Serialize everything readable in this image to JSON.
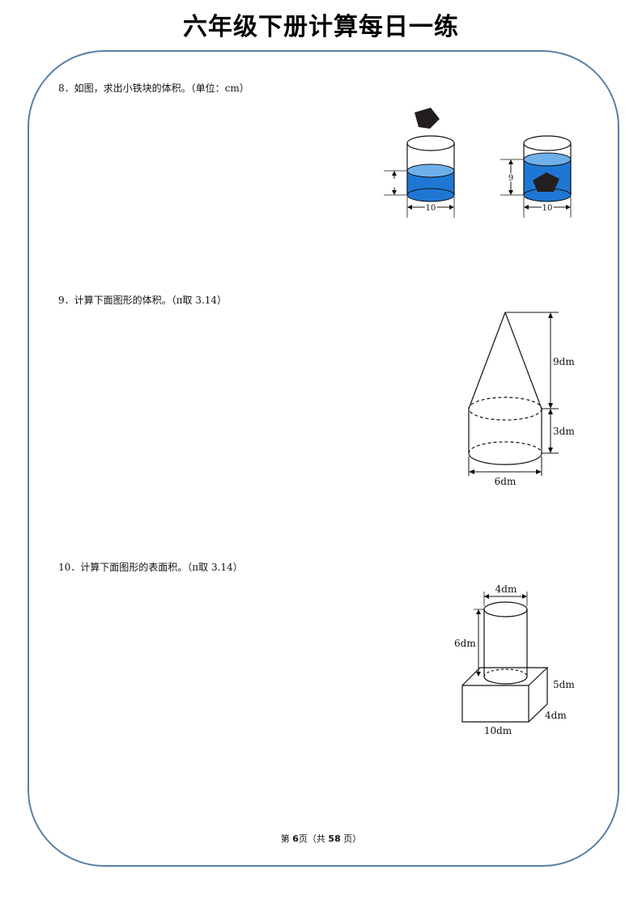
{
  "header": {
    "title": "六年级下册计算每日一练"
  },
  "questions": [
    {
      "text": "8．如图，求出小铁块的体积。（单位：cm）",
      "figure": {
        "left_height": "7",
        "right_height": "9",
        "left_diameter": "10",
        "right_diameter": "10"
      }
    },
    {
      "text": "9．计算下面图形的体积。（π取 3.14）",
      "figure": {
        "cone_height": "9dm",
        "cylinder_height": "3dm",
        "diameter": "6dm"
      }
    },
    {
      "text": "10．计算下面图形的表面积。（π取 3.14）",
      "figure": {
        "cyl_diameter": "4dm",
        "cyl_height": "6dm",
        "box_height": "5dm",
        "box_depth": "4dm",
        "box_length": "10dm"
      }
    }
  ],
  "footer": {
    "prefix": "第 ",
    "page": "6",
    "middle": "页（共 ",
    "total": "58",
    "suffix": " 页）"
  },
  "colors": {
    "frame": "#5b7fa6",
    "water": "#1f77d4",
    "water_top": "#6fb0ea",
    "iron": "#231f1f"
  }
}
